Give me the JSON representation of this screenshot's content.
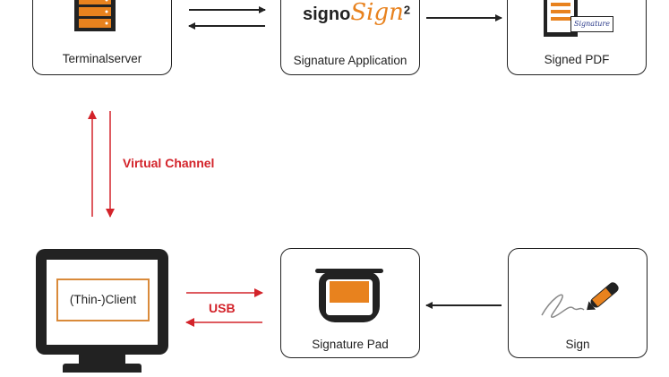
{
  "nodes": {
    "terminalserver": "Terminalserver",
    "signature_application": "Signature Application",
    "signed_pdf": "Signed PDF",
    "thin_client": "(Thin-)Client",
    "signature_pad": "Signature Pad",
    "sign": "Sign"
  },
  "logo": {
    "part1": "signo",
    "part2": "Sign",
    "sup": "2"
  },
  "pdf_stamp": "Signature",
  "edges": {
    "virtual_channel": "Virtual Channel",
    "usb": "USB"
  },
  "colors": {
    "accent": "#e8821e",
    "red": "#d3232a",
    "dark": "#222222"
  }
}
